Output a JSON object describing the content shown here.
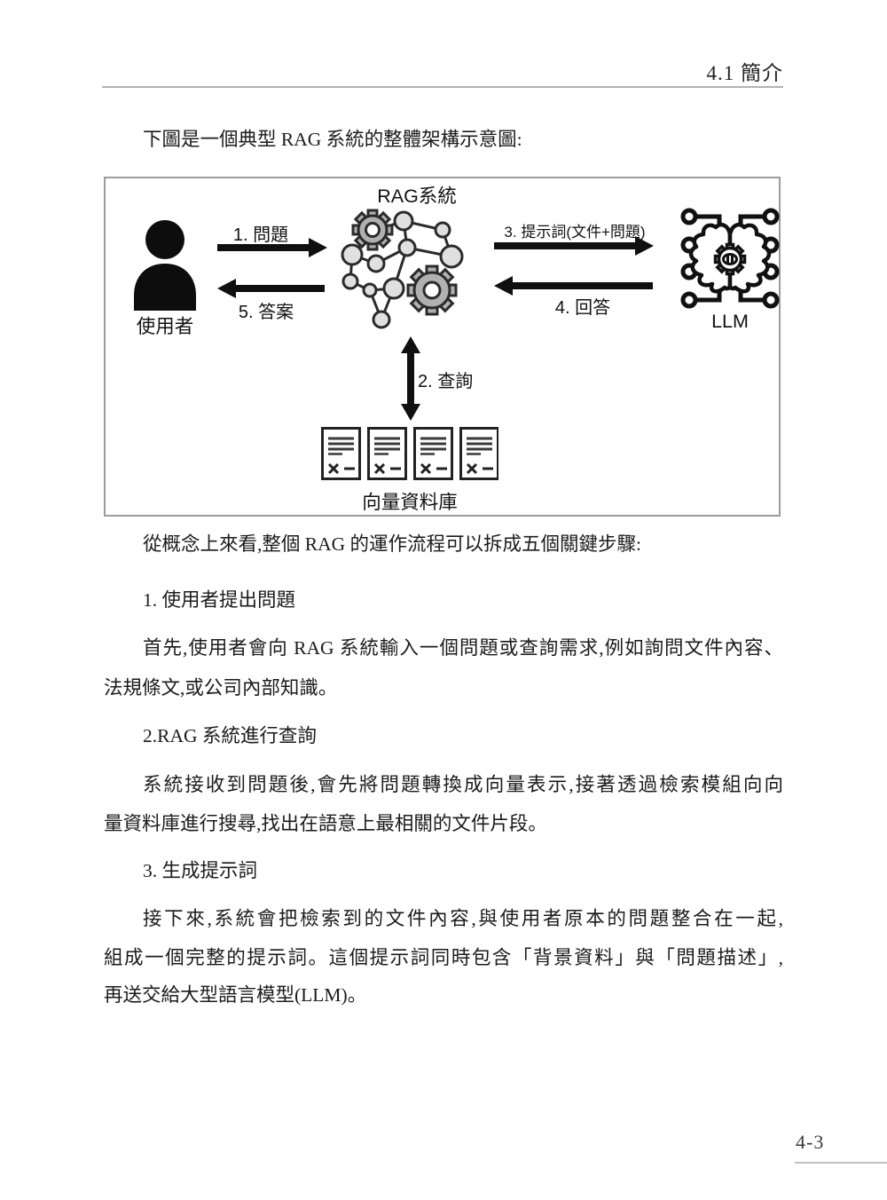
{
  "header": {
    "section_title": "4.1 簡介"
  },
  "intro_line": "下圖是一個典型 RAG 系統的整體架構示意圖:",
  "diagram": {
    "title": "RAG系統",
    "user_label": "使用者",
    "llm_label": "LLM",
    "db_label": "向量資料庫",
    "arrow1_label": "1. 問題",
    "arrow2_label": "2. 查詢",
    "arrow3_label": "3. 提示詞(文件+問題)",
    "arrow4_label": "4. 回答",
    "arrow5_label": "5. 答案",
    "icons": {
      "user": "user-silhouette-icon",
      "rag_system": "network-gears-icon",
      "llm": "brain-chip-icon",
      "vector_db": "document-icons-x4"
    },
    "colors": {
      "node_fill": "#e0e0e0",
      "gear_fill": "#b0b0b0",
      "line": "#101010",
      "box_border": "#9c9c9c"
    }
  },
  "body": {
    "lead": "從概念上來看,整個 RAG 的運作流程可以拆成五個關鍵步驟:",
    "step1_heading": "1. 使用者提出問題",
    "step1_line1": "首先,使用者會向 RAG 系統輸入一個問題或查詢需求,例如詢問文件內容、",
    "step1_line2": "法規條文,或公司內部知識。",
    "step2_heading": "2.RAG 系統進行查詢",
    "step2_line1": "系統接收到問題後,會先將問題轉換成向量表示,接著透過檢索模組向向",
    "step2_line2": "量資料庫進行搜尋,找出在語意上最相關的文件片段。",
    "step3_heading": "3. 生成提示詞",
    "step3_line1": "接下來,系統會把檢索到的文件內容,與使用者原本的問題整合在一起,",
    "step3_line2": "組成一個完整的提示詞。這個提示詞同時包含「背景資料」與「問題描述」,",
    "step3_line3": "再送交給大型語言模型(LLM)。"
  },
  "footer": {
    "page_number": "4-3"
  }
}
